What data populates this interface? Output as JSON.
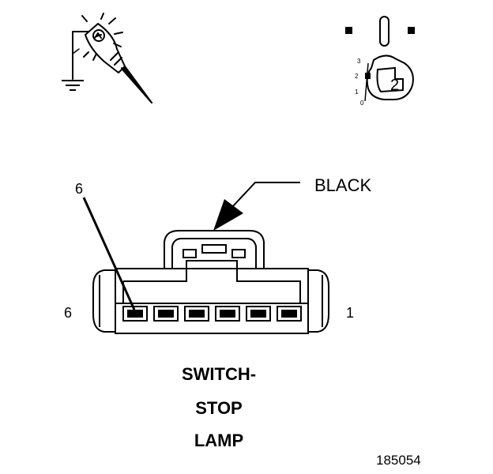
{
  "labels": {
    "wire_color": "BLACK",
    "pin_callout": "6",
    "left_pin_end": "6",
    "right_pin_end": "1",
    "title_line_1": "SWITCH-",
    "title_line_2": "STOP",
    "title_line_3": "LAMP",
    "figure_number": "185054"
  },
  "ignition_positions": [
    "3",
    "2",
    "1",
    "0"
  ],
  "key_position": "2",
  "terminal_count": 6,
  "icons": {
    "test_light": "test-light-probe-icon",
    "ground": "ground-symbol-icon",
    "ignition_key": "ignition-key-position-icon"
  },
  "colors": {
    "line": "#000000",
    "background": "#ffffff"
  }
}
